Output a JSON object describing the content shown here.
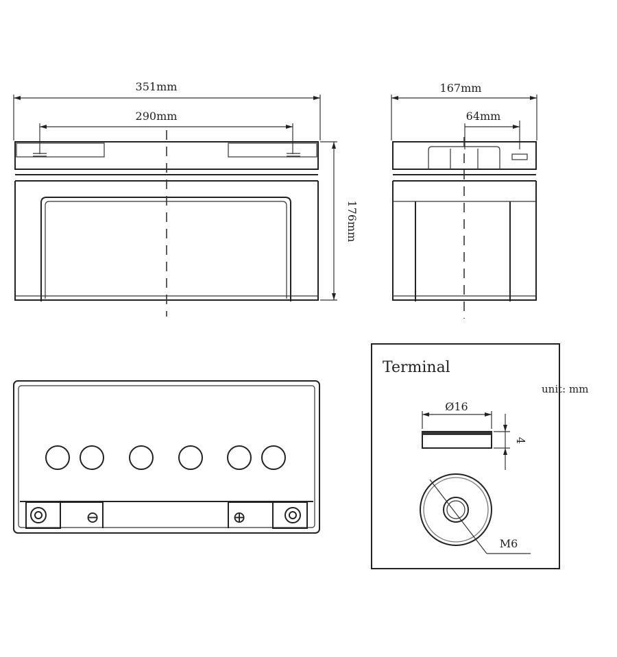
{
  "front_view": {
    "overall_width": "351mm",
    "terminal_spacing": "290mm",
    "height": "176mm"
  },
  "side_view": {
    "depth": "167mm",
    "terminal_offset": "64mm"
  },
  "terminal_detail": {
    "title": "Terminal",
    "diameter": "Ø16",
    "thickness": "4",
    "thread": "M6"
  },
  "unit_note": "unit: mm",
  "top_view": {
    "negative_symbol": "⊖",
    "positive_symbol": "⊕"
  }
}
